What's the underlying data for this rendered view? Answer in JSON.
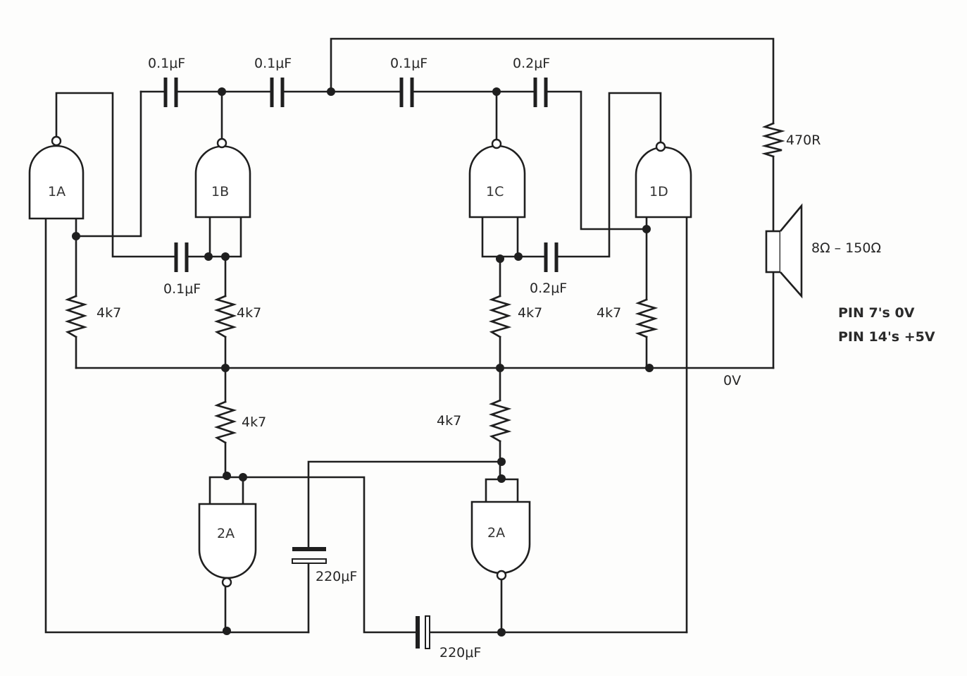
{
  "gates": {
    "g1a": "1A",
    "g1b": "1B",
    "g1c": "1C",
    "g1d": "1D",
    "g2a_left": "2A",
    "g2a_right": "2A"
  },
  "capacitors": {
    "c_top1": "0.1μF",
    "c_top2": "0.1μF",
    "c_top3": "0.1μF",
    "c_top4": "0.2μF",
    "c_mid_left": "0.1μF",
    "c_mid_right": "0.2μF",
    "c_elec_vertical": "220μF",
    "c_elec_bottom": "220μF"
  },
  "resistors": {
    "r_1a": "4k7",
    "r_1b": "4k7",
    "r_1c": "4k7",
    "r_1d": "4k7",
    "r_left_lower": "4k7",
    "r_right_lower": "4k7",
    "r_speaker": "470R"
  },
  "speaker": {
    "label": "8Ω – 150Ω"
  },
  "rails": {
    "ground": "0V"
  },
  "notes": {
    "pin7": "PIN 7's 0V",
    "pin14": "PIN 14's +5V"
  }
}
